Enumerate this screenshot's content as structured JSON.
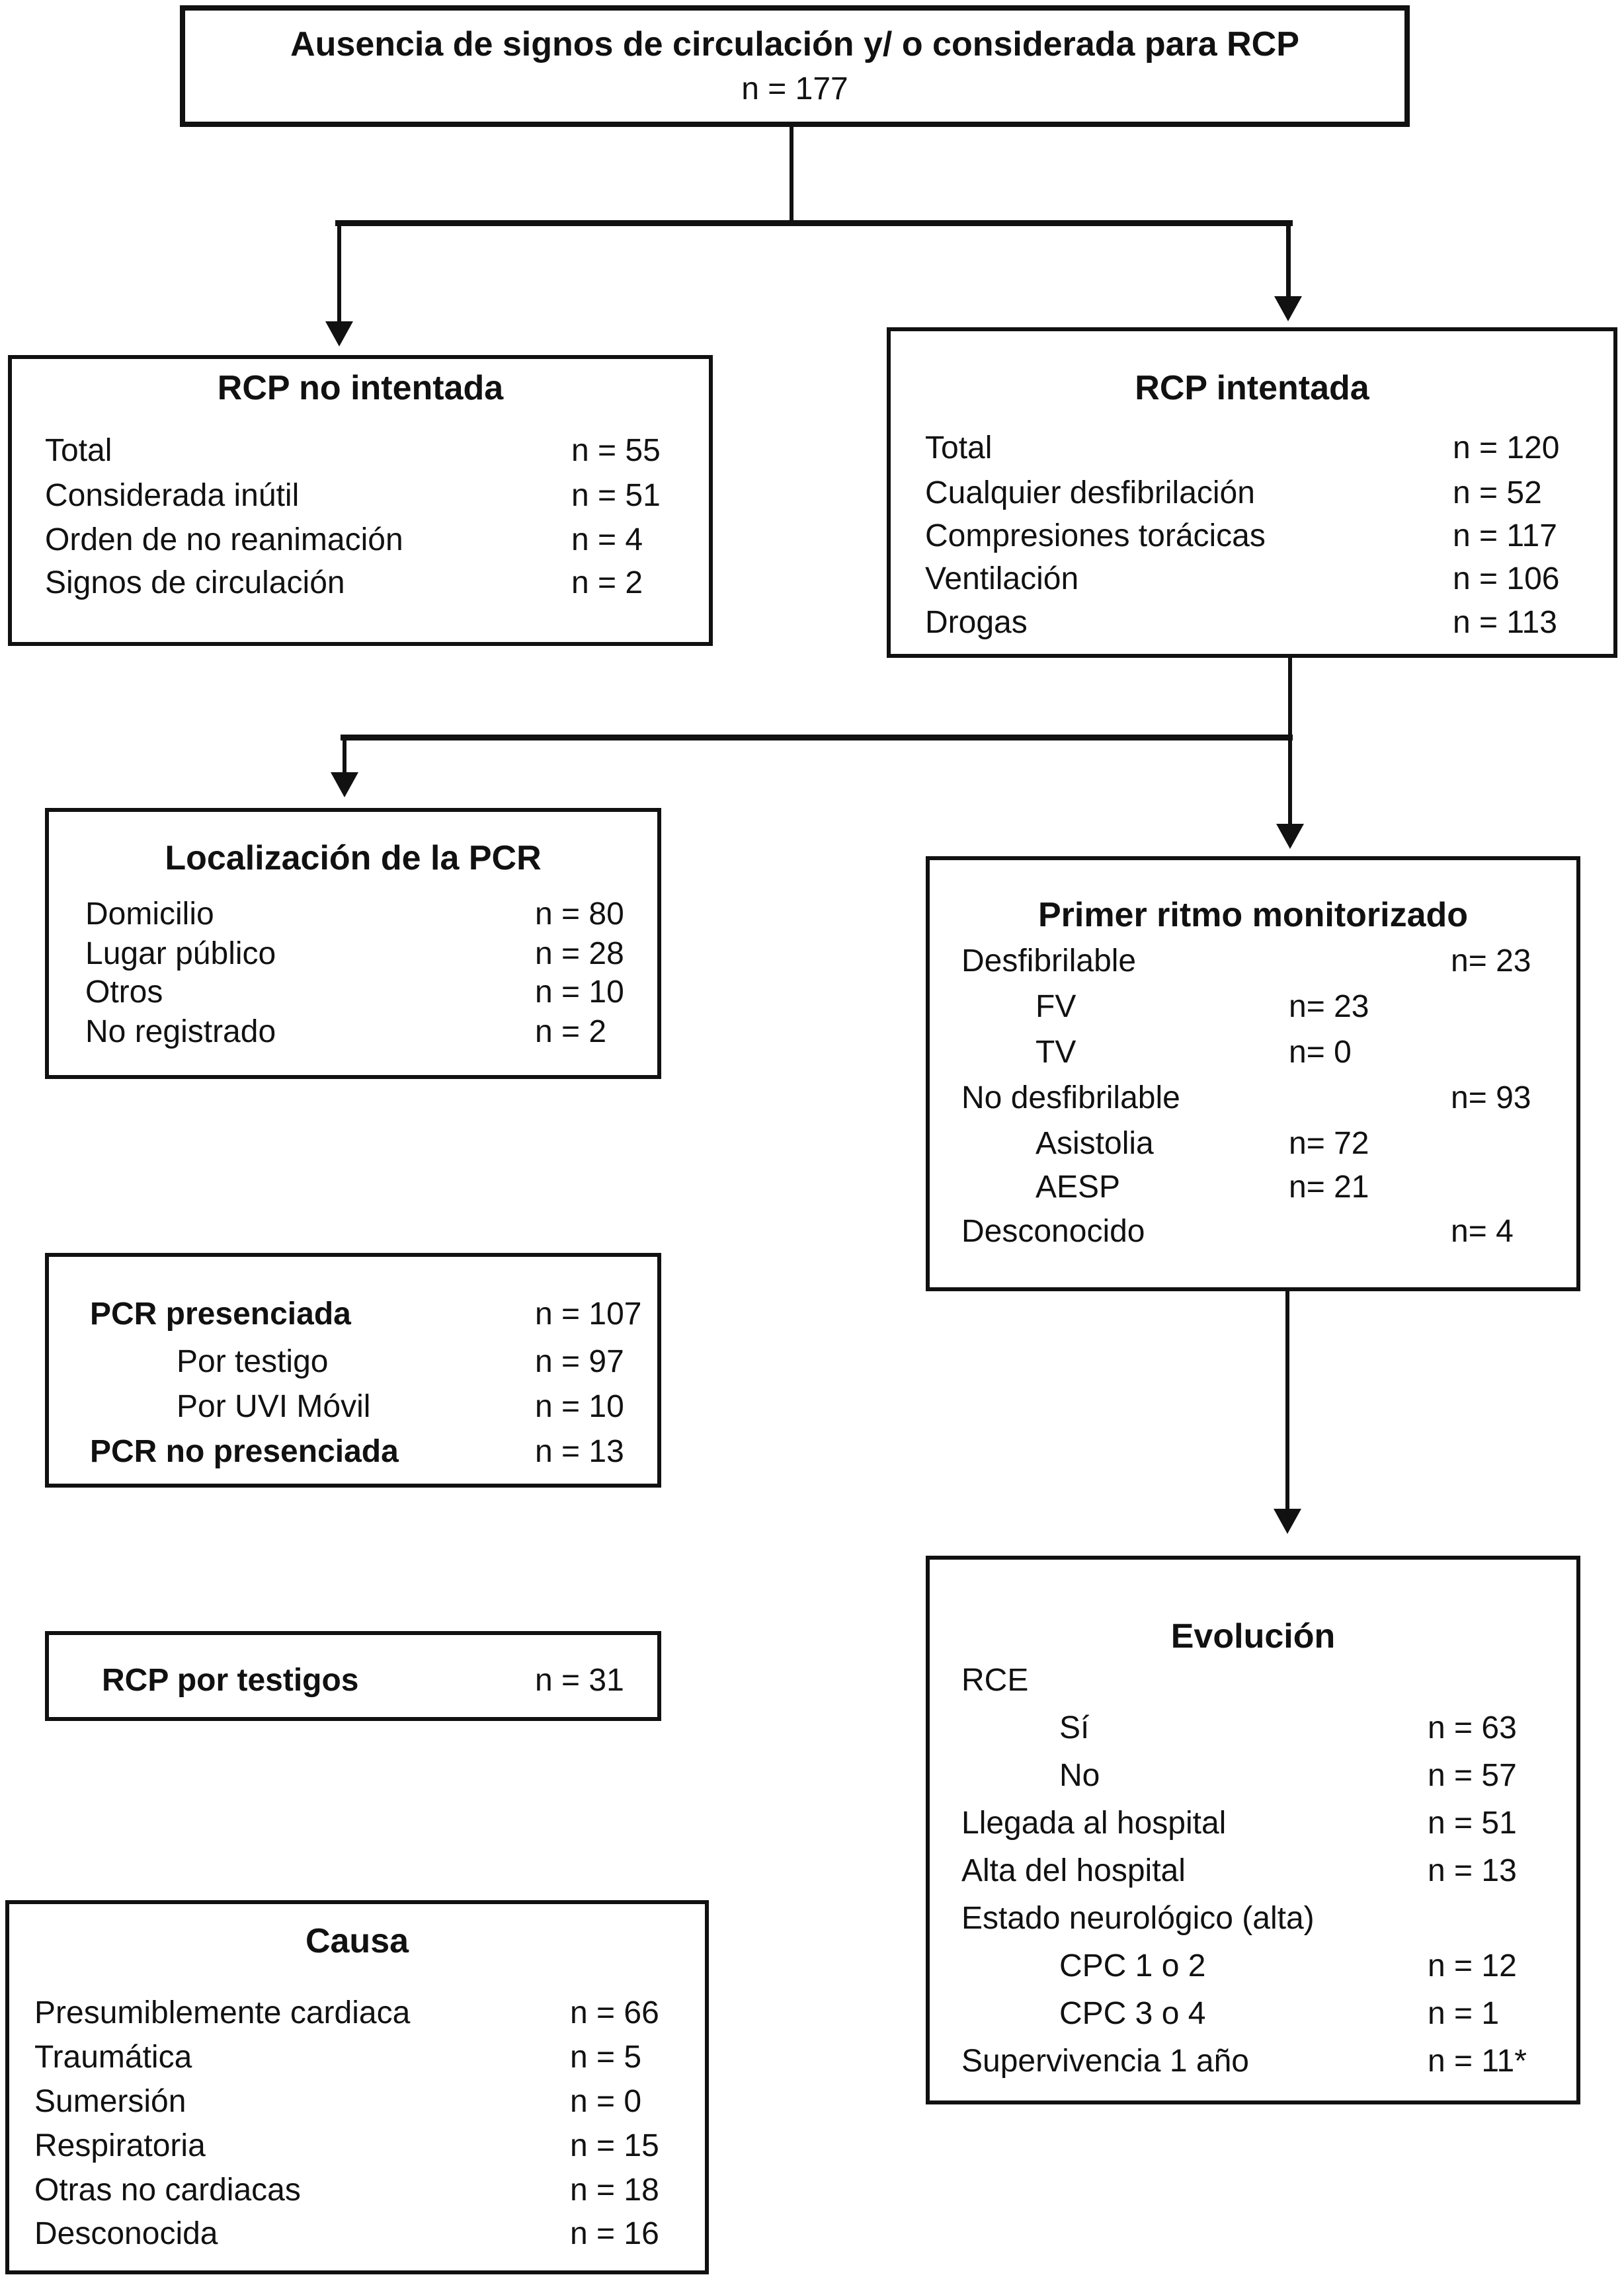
{
  "root": {
    "title": "Ausencia de signos de circulación y/ o considerada para RCP",
    "n": "n = 177"
  },
  "rcp_no_intentada": {
    "title": "RCP no intentada",
    "rows": [
      {
        "label": "Total",
        "value": "n = 55"
      },
      {
        "label": "Considerada inútil",
        "value": "n = 51"
      },
      {
        "label": "Orden de no reanimación",
        "value": "n = 4"
      },
      {
        "label": "Signos de circulación",
        "value": "n = 2"
      }
    ]
  },
  "rcp_intentada": {
    "title": "RCP intentada",
    "rows": [
      {
        "label": "Total",
        "value": "n = 120"
      },
      {
        "label": "Cualquier desfibrilación",
        "value": "n = 52"
      },
      {
        "label": "Compresiones torácicas",
        "value": "n = 117"
      },
      {
        "label": "Ventilación",
        "value": "n = 106"
      },
      {
        "label": "Drogas",
        "value": "n = 113"
      }
    ]
  },
  "localizacion": {
    "title": "Localización de la PCR",
    "rows": [
      {
        "label": "Domicilio",
        "value": "n = 80"
      },
      {
        "label": "Lugar público",
        "value": "n = 28"
      },
      {
        "label": "Otros",
        "value": "n = 10"
      },
      {
        "label": "No registrado",
        "value": "n = 2"
      }
    ]
  },
  "presenciada": {
    "rows": [
      {
        "label": "PCR presenciada",
        "value": "n = 107"
      },
      {
        "label": "Por testigo",
        "value": "n = 97"
      },
      {
        "label": "Por UVI Móvil",
        "value": "n = 10"
      },
      {
        "label": "PCR no presenciada",
        "value": "n = 13"
      }
    ]
  },
  "rcp_testigos": {
    "label": "RCP por testigos",
    "value": "n = 31"
  },
  "causa": {
    "title": "Causa",
    "rows": [
      {
        "label": "Presumiblemente cardiaca",
        "value": "n = 66"
      },
      {
        "label": "Traumática",
        "value": "n = 5"
      },
      {
        "label": "Sumersión",
        "value": "n = 0"
      },
      {
        "label": "Respiratoria",
        "value": "n = 15"
      },
      {
        "label": "Otras no cardiacas",
        "value": "n = 18"
      },
      {
        "label": "Desconocida",
        "value": "n = 16"
      }
    ]
  },
  "primer_ritmo": {
    "title": "Primer ritmo monitorizado",
    "rows": [
      {
        "label": "Desfibrilable",
        "value": "n= 23"
      },
      {
        "label": "FV",
        "value": "n= 23"
      },
      {
        "label": "TV",
        "value": "n= 0"
      },
      {
        "label": "No desfibrilable",
        "value": "n= 93"
      },
      {
        "label": "Asistolia",
        "value": "n= 72"
      },
      {
        "label": "AESP",
        "value": "n= 21"
      },
      {
        "label": "Desconocido",
        "value": "n= 4"
      }
    ]
  },
  "evolucion": {
    "title": "Evolución",
    "rows": [
      {
        "label": "RCE",
        "value": ""
      },
      {
        "label": "Sí",
        "value": "n = 63"
      },
      {
        "label": "No",
        "value": "n = 57"
      },
      {
        "label": "Llegada al hospital",
        "value": "n = 51"
      },
      {
        "label": "Alta del hospital",
        "value": "n = 13"
      },
      {
        "label": "Estado neurológico (alta)",
        "value": ""
      },
      {
        "label": "CPC 1 o 2",
        "value": "n = 12"
      },
      {
        "label": "CPC 3 o 4",
        "value": "n = 1"
      },
      {
        "label": "Supervivencia 1 año",
        "value": "n = 11*"
      }
    ]
  }
}
